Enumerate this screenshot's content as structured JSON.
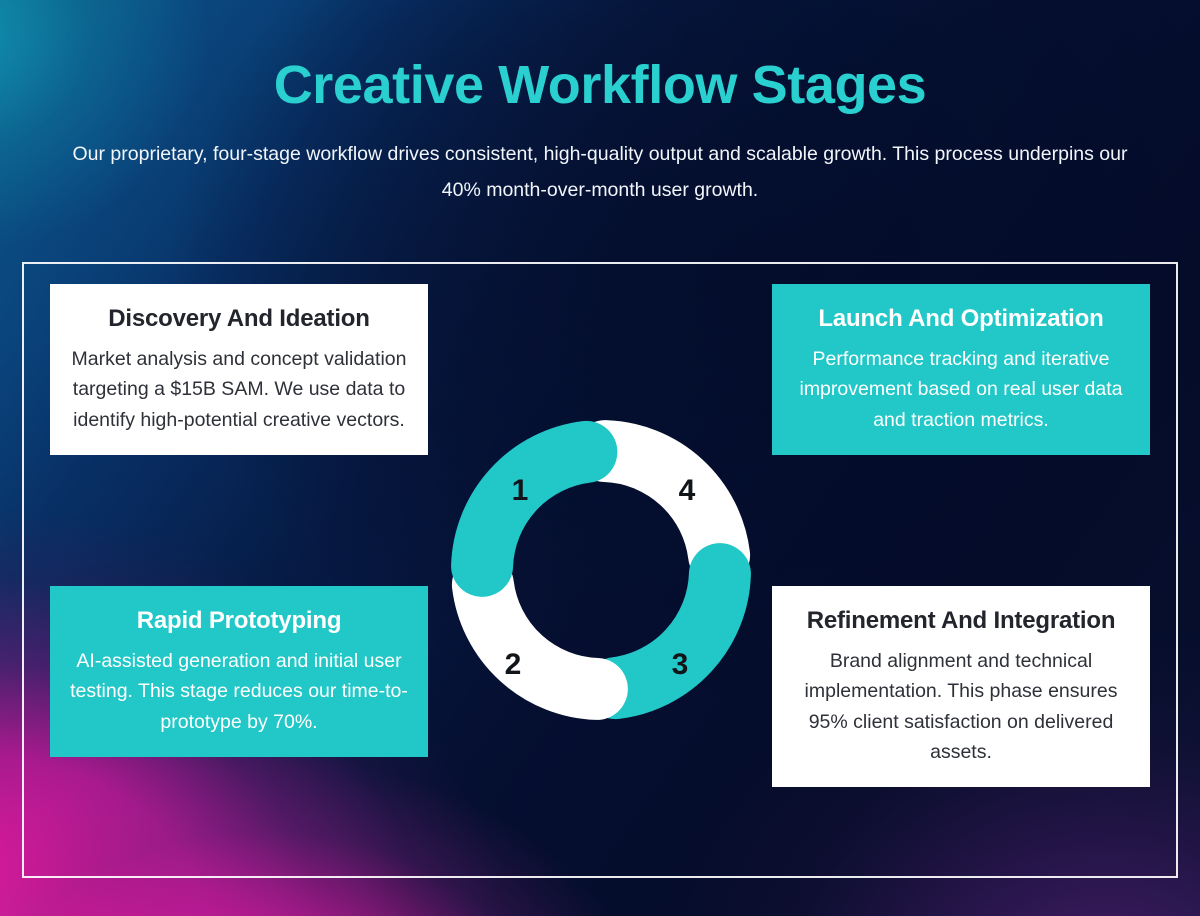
{
  "header": {
    "title": "Creative Workflow Stages",
    "subtitle": "Our proprietary, four-stage workflow drives consistent, high-quality output and scalable growth. This process underpins our 40% month-over-month user growth."
  },
  "theme": {
    "accent_teal": "#22c7c7",
    "title_color": "#2ad0d0",
    "card_light_bg": "#ffffff",
    "card_dark_text": "#22252c",
    "frame_border": "#ffffff",
    "bg_navy": "#050d2e",
    "bg_magenta": "#d6199b",
    "bg_cyan": "#0a6f8e"
  },
  "cards": [
    {
      "id": "discovery",
      "title": "Discovery And Ideation",
      "description": "Market analysis and concept validation targeting a $15B SAM. We use data to identify high-potential creative vectors.",
      "style": "light",
      "stage": "1"
    },
    {
      "id": "launch",
      "title": "Launch And Optimization",
      "description": "Performance tracking and iterative improvement based on real user data and traction metrics.",
      "style": "teal",
      "stage": "4"
    },
    {
      "id": "prototyping",
      "title": "Rapid Prototyping",
      "description": "AI-assisted generation and initial user testing. This stage reduces our time-to-prototype by 70%.",
      "style": "teal",
      "stage": "2"
    },
    {
      "id": "refinement",
      "title": "Refinement And Integration",
      "description": "Brand alignment and technical implementation. This phase ensures 95% client satisfaction on delivered assets.",
      "style": "light",
      "stage": "3"
    }
  ],
  "chart_data": {
    "type": "pie",
    "title": "",
    "variant": "donut",
    "segment_labels": [
      "1",
      "2",
      "3",
      "4"
    ],
    "values": [
      25,
      25,
      25,
      25
    ],
    "colors": [
      "#ffffff",
      "#22c7c7",
      "#ffffff",
      "#22c7c7"
    ],
    "legend": "none",
    "center_hole": true
  }
}
